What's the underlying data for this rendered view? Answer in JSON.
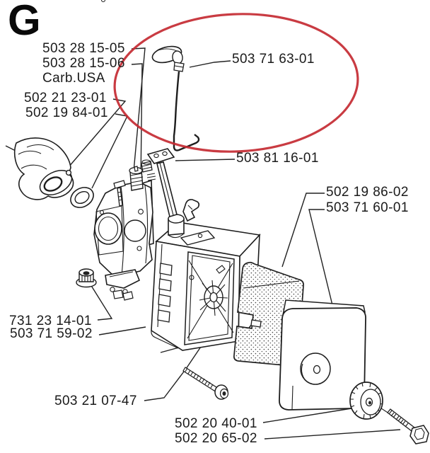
{
  "diagram": {
    "section_letter": "G",
    "highlight_color": "#c42a32",
    "line_color": "#1d1d1d",
    "labels": [
      {
        "text": "503 28 15-05"
      },
      {
        "text": "503 28 15-06"
      },
      {
        "text": "Carb.USA"
      },
      {
        "text": "502 21 23-01"
      },
      {
        "text": "502 19 84-01"
      },
      {
        "text": "503 71 63-01"
      },
      {
        "text": "503 81 16-01"
      },
      {
        "text": "502 19 86-02"
      },
      {
        "text": "503 71 60-01"
      },
      {
        "text": "731 23 14-01"
      },
      {
        "text": "503 71 59-02"
      },
      {
        "text": "503 21 07-47"
      },
      {
        "text": "502 20 40-01"
      },
      {
        "text": "502 20 65-02"
      }
    ]
  }
}
